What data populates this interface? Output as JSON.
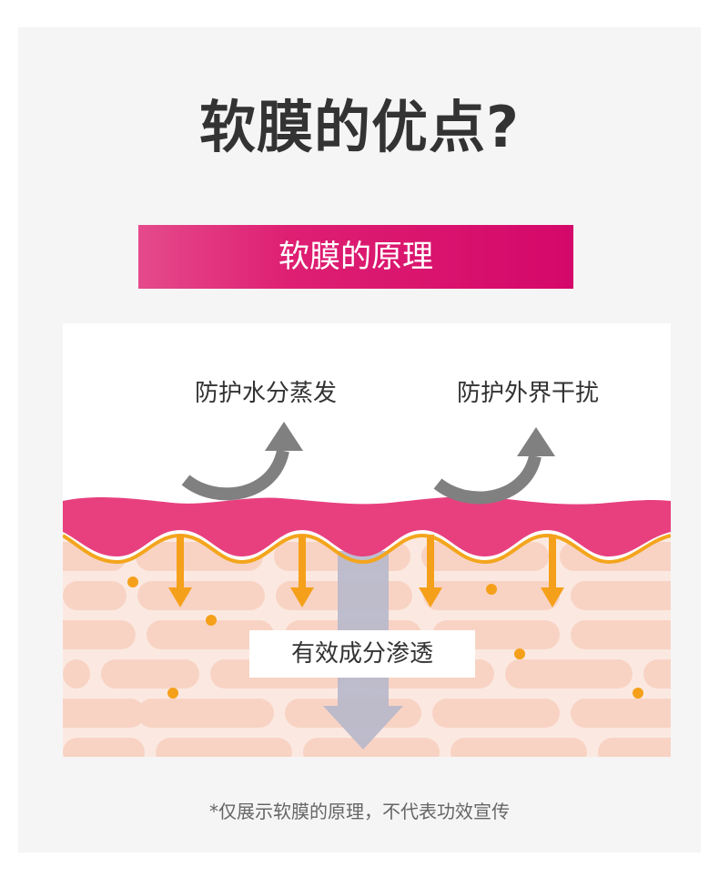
{
  "title": "软膜的优点?",
  "banner": {
    "label": "软膜的原理",
    "color_start": "#e54a8c",
    "color_end": "#d4086a"
  },
  "illustration": {
    "label_left": "防护水分蒸发",
    "label_right": "防护外界干扰",
    "label_center": "有效成分渗透",
    "colors": {
      "membrane": "#e8407f",
      "membrane_edge": "#f3a51c",
      "skin_cells": "#f8d3c4",
      "skin_background": "#fbe9e1",
      "grey_arrow": "#808080",
      "orange_arrow": "#f5a01a",
      "penetration_arrow": "#b9b8cb"
    },
    "icons": [
      "curved-arrow-up-icon",
      "arrow-down-icon",
      "dot-icon"
    ]
  },
  "disclaimer": "*仅展示软膜的原理，不代表功效宣传"
}
